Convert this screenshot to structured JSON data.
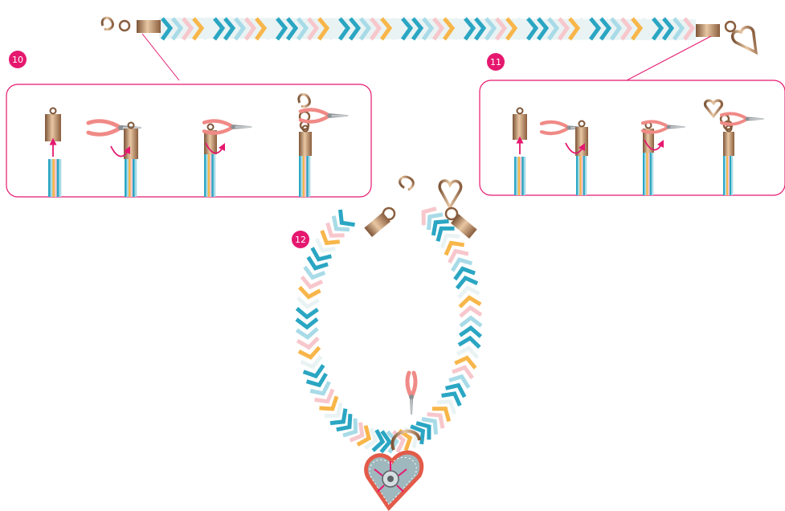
{
  "steps": [
    {
      "number": "10"
    },
    {
      "number": "11"
    },
    {
      "number": "12"
    }
  ],
  "colors": {
    "accent": "#e5186f",
    "cord_blue": "#2aa6c3",
    "cord_light_blue": "#a8dbe7",
    "cord_pink": "#f7c7cc",
    "cord_orange": "#f8b64a",
    "cord_pale": "#eaf3f4",
    "metal_gold": "#c9976a",
    "plier_handle": "#f08a86",
    "charm_grey": "#9fb8bd",
    "charm_red": "#e35a49"
  },
  "icons": [
    "lobster-clasp-icon",
    "jump-ring-icon",
    "end-cap-icon",
    "heart-charm-icon",
    "pliers-icon",
    "arrow-up-icon",
    "curved-arrow-icon"
  ]
}
